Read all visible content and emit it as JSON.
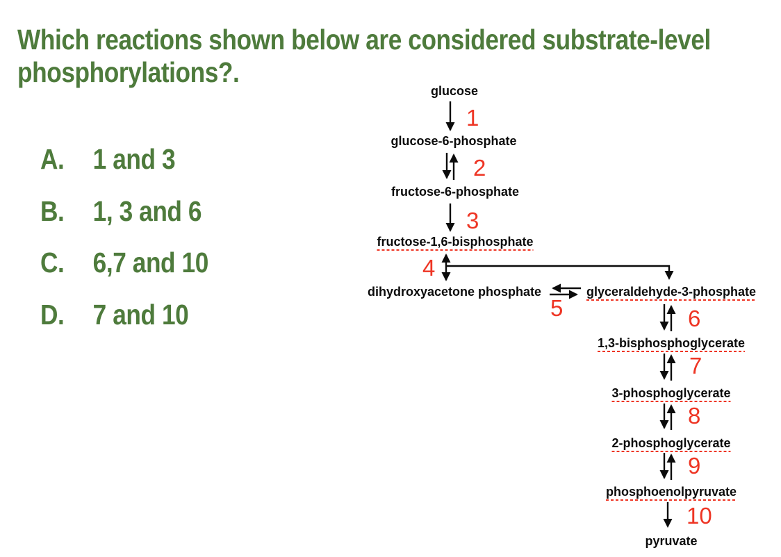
{
  "title": {
    "line1": "Which reactions shown below are considered substrate-level",
    "line2": "phosphorylations?."
  },
  "options": [
    {
      "letter": "A.",
      "text": "1 and 3"
    },
    {
      "letter": "B.",
      "text": "1, 3 and 6"
    },
    {
      "letter": "C.",
      "text": "6,7 and 10"
    },
    {
      "letter": "D.",
      "text": "7 and 10"
    }
  ],
  "colors": {
    "heading_green": "#4e7b3c",
    "reaction_number_red": "#ee3524",
    "misspell_underline_red": "#ee3524",
    "diagram_black": "#0b0b0b",
    "background": "#ffffff"
  },
  "diagram": {
    "nodes": [
      {
        "label": "glucose"
      },
      {
        "label": "glucose-6-phosphate"
      },
      {
        "label": "fructose-6-phosphate"
      },
      {
        "label": "fructose-1,6-bisphosphate"
      },
      {
        "label": "dihydroxyacetone phosphate"
      },
      {
        "label": "glyceraldehyde-3-phosphate"
      },
      {
        "label": "1,3-bisphosphoglycerate"
      },
      {
        "label": "3-phosphoglycerate"
      },
      {
        "label": "2-phosphoglycerate"
      },
      {
        "label": "phosphoenolpyruvate"
      },
      {
        "label": "pyruvate"
      }
    ],
    "reaction_numbers": [
      "1",
      "2",
      "3",
      "4",
      "5",
      "6",
      "7",
      "8",
      "9",
      "10"
    ]
  }
}
